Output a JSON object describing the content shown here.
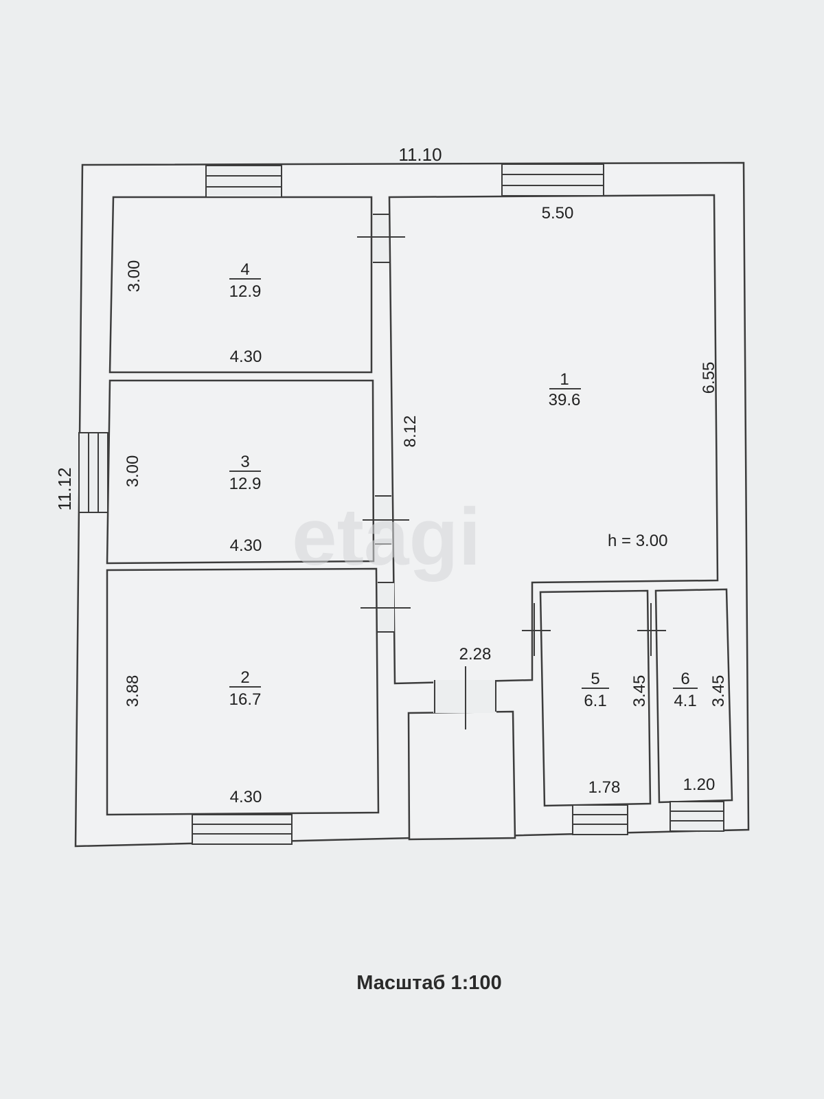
{
  "overall": {
    "width": "11.10",
    "height": "11.12"
  },
  "rooms": [
    {
      "number": "1",
      "area": "39.6",
      "dims": [
        "5.50",
        "6.55",
        "8.12",
        "2.28"
      ],
      "note": "h = 3.00"
    },
    {
      "number": "2",
      "area": "16.7",
      "dims": [
        "4.30",
        "3.88"
      ]
    },
    {
      "number": "3",
      "area": "12.9",
      "dims": [
        "4.30",
        "3.00"
      ]
    },
    {
      "number": "4",
      "area": "12.9",
      "dims": [
        "4.30",
        "3.00"
      ]
    },
    {
      "number": "5",
      "area": "6.1",
      "dims": [
        "1.78",
        "3.45"
      ]
    },
    {
      "number": "6",
      "area": "4.1",
      "dims": [
        "1.20",
        "3.45"
      ]
    }
  ],
  "watermark": "etagi",
  "scale": "Масштаб 1:100"
}
